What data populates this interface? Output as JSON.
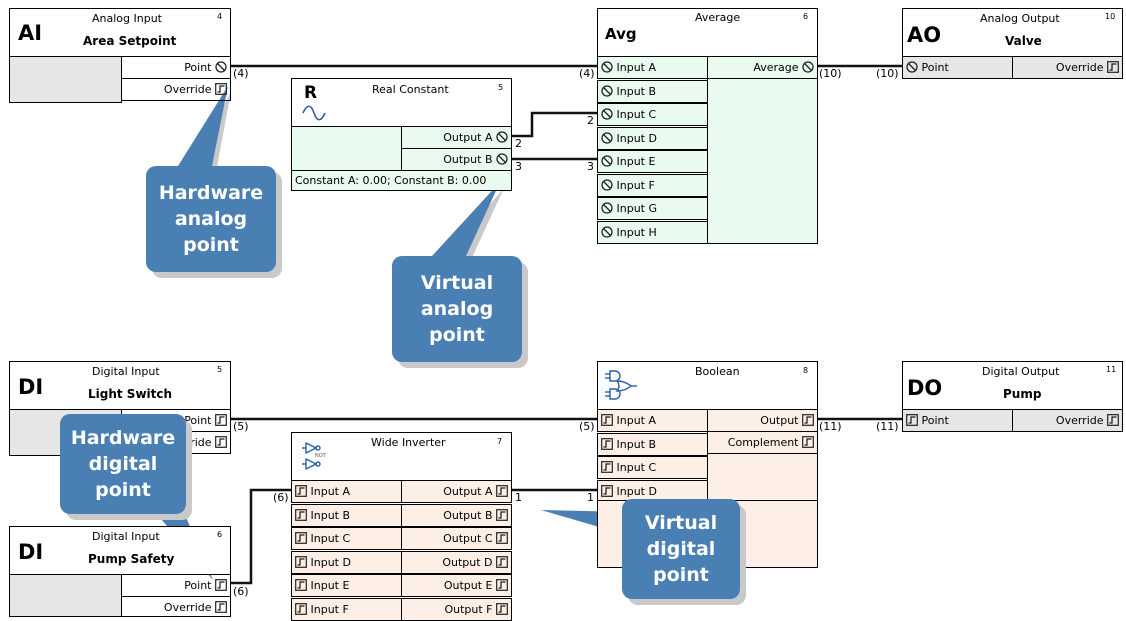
{
  "blocks": {
    "ai": {
      "abbr": "AI",
      "type": "Analog Input",
      "name": "Area Setpoint",
      "index": "4",
      "point": "Point",
      "override": "Override"
    },
    "real_const": {
      "abbr": "R",
      "type": "Real Constant",
      "index": "5",
      "out_a": "Output A",
      "out_b": "Output B",
      "constants": "Constant A: 0.00; Constant B: 0.00"
    },
    "avg": {
      "abbr": "Avg",
      "type": "Average",
      "index": "6",
      "inputs": [
        "Input A",
        "Input B",
        "Input C",
        "Input D",
        "Input E",
        "Input F",
        "Input G",
        "Input H"
      ],
      "output": "Average"
    },
    "ao": {
      "abbr": "AO",
      "type": "Analog Output",
      "name": "Valve",
      "index": "10",
      "point": "Point",
      "override": "Override"
    },
    "di_light": {
      "abbr": "DI",
      "type": "Digital Input",
      "name": "Light Switch",
      "index": "5",
      "point": "Point",
      "override": "Override"
    },
    "di_pump": {
      "abbr": "DI",
      "type": "Digital Input",
      "name": "Pump Safety",
      "index": "6",
      "point": "Point",
      "override": "Override"
    },
    "inverter": {
      "type": "Wide Inverter",
      "index": "7",
      "inputs": [
        "Input A",
        "Input B",
        "Input C",
        "Input D",
        "Input E",
        "Input F"
      ],
      "outputs": [
        "Output A",
        "Output B",
        "Output C",
        "Output D",
        "Output E",
        "Output F"
      ]
    },
    "boolean": {
      "type": "Boolean",
      "index": "8",
      "inputs": [
        "Input A",
        "Input B",
        "Input C",
        "Input D"
      ],
      "outputs": [
        "Output",
        "Complement"
      ]
    },
    "do": {
      "abbr": "DO",
      "type": "Digital Output",
      "name": "Pump",
      "index": "11",
      "point": "Point",
      "override": "Override"
    }
  },
  "wire_labels": {
    "ai_out": "(4)",
    "avg_in_a": "(4)",
    "avg_out": "(10)",
    "ao_in": "(10)",
    "rc_out_a": "2",
    "avg_in_c": "2",
    "rc_out_b": "3",
    "avg_in_e": "3",
    "di_light_out": "(5)",
    "bool_in_a": "(5)",
    "bool_out": "(11)",
    "do_in": "(11)",
    "di_pump_out": "(6)",
    "inv_in_a": "(6)",
    "inv_out_a": "1",
    "bool_in_d": "1"
  },
  "callouts": {
    "hw_analog": [
      "Hardware",
      "analog",
      "point"
    ],
    "virt_analog": [
      "Virtual",
      "analog",
      "point"
    ],
    "hw_digital": [
      "Hardware",
      "digital",
      "point"
    ],
    "virt_digital": [
      "Virtual",
      "digital",
      "point"
    ]
  },
  "colors": {
    "analog_fill": "#e9fbef",
    "digital_fill": "#fdefe5",
    "gray_fill": "#e6e6e6",
    "callout": "#4a7fb3",
    "wire": "#1a1a1a"
  }
}
